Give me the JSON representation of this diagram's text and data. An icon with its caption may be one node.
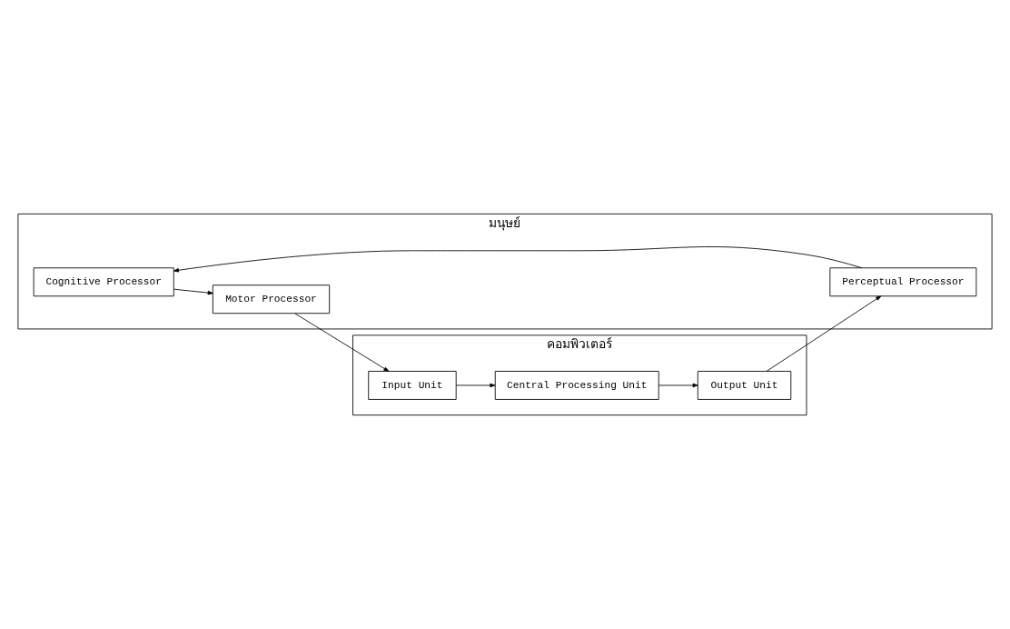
{
  "diagram": {
    "nodes": [
      {
        "text": [
          "มนุษย์"
        ]
      },
      {
        "text": [
          "Cognitive Processor"
        ],
        "in": 0
      },
      {
        "text": [
          "Motor Processor"
        ],
        "in": 0
      },
      {
        "text": [
          "Perceptual Processor"
        ],
        "in": 0
      },
      {
        "text": [
          "คอมพิวเตอร์"
        ]
      },
      {
        "text": [
          "Input Unit"
        ],
        "in": 4
      },
      {
        "text": [
          "Central Processing Unit"
        ],
        "in": 4
      },
      {
        "text": [
          "Output Unit"
        ],
        "in": 4
      }
    ],
    "edges": [
      {
        "from": 1,
        "to": 2,
        "arrow": "to"
      },
      {
        "from": 2,
        "to": 5,
        "arrow": "to"
      },
      {
        "from": 5,
        "to": 6,
        "arrow": "to"
      },
      {
        "from": 6,
        "to": 7,
        "arrow": "to"
      },
      {
        "from": 7,
        "to": 3,
        "arrow": "to"
      },
      {
        "from": 3,
        "to": 1,
        "arrow": "to"
      }
    ]
  }
}
